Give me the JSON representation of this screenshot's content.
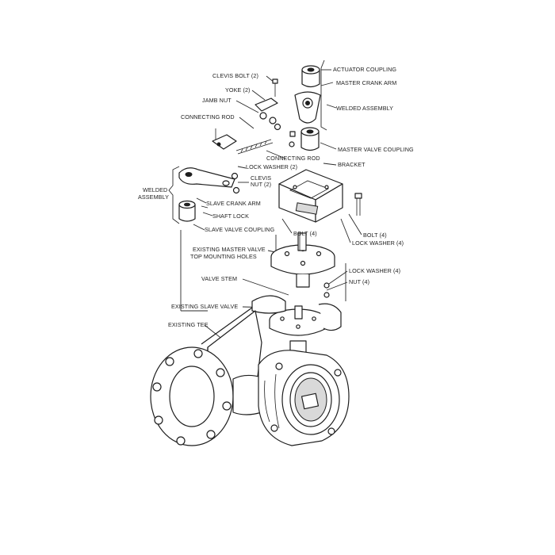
{
  "diagram": {
    "labels": {
      "actuator_coupling": "ACTUATOR COUPLING",
      "clevis_bolt": "CLEVIS BOLT (2)",
      "master_crank_arm": "MASTER CRANK ARM",
      "yoke": "YOKE (2)",
      "jamb_nut": "JAMB NUT",
      "welded_assembly_top": "WELDED ASSEMBLY",
      "connecting_rod_left": "CONNECTING ROD",
      "master_valve_coupling": "MASTER VALVE COUPLING",
      "connecting_rod_right": "CONNECTING ROD",
      "bracket": "BRACKET",
      "lock_washer_2": "LOCK WASHER (2)",
      "clevis": "CLEVIS",
      "nut_2": "NUT (2)",
      "welded_assembly_left_1": "WELDED",
      "welded_assembly_left_2": "ASSEMBLY",
      "slave_crank_arm": "SLAVE CRANK ARM",
      "shaft_lock": "SHAFT LOCK",
      "slave_valve_coupling": "SLAVE VALVE COUPLING",
      "bolt_4_center": "BOLT (4)",
      "bolt_4_right": "BOLT (4)",
      "lock_washer_4_right": "LOCK WASHER (4)",
      "existing_master_valve": "EXISTING MASTER VALVE",
      "top_mounting_holes": "TOP MOUNTING HOLES",
      "lock_washer_4": "LOCK WASHER (4)",
      "nut_4": "NUT (4)",
      "valve_stem": "VALVE STEM",
      "existing_slave_valve": "EXISTING SLAVE VALVE",
      "existing_tee": "EXISTING TEE"
    }
  }
}
